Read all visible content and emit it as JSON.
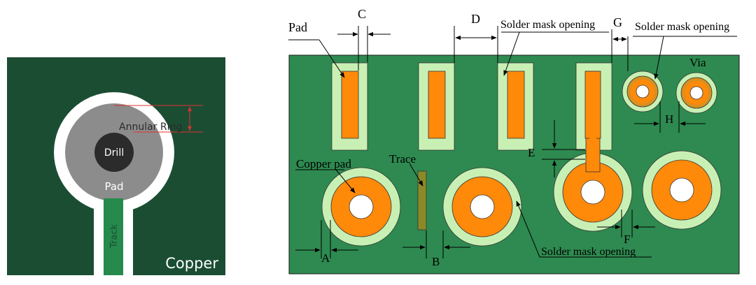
{
  "left_panel": {
    "labels": {
      "annular_ring": "Annular Ring",
      "drill": "Drill",
      "pad": "Pad",
      "track": "Track",
      "copper": "Copper"
    },
    "colors": {
      "board": "#1b4d33",
      "ring": "#ffffff",
      "pad": "#8c8c8c",
      "drill": "#2b2b2b",
      "track": "#258a4c",
      "dimension": "#e03131"
    }
  },
  "right_panel": {
    "labels": {
      "pad": "Pad",
      "c": "C",
      "d": "D",
      "g": "G",
      "solder_mask_opening_1": "Solder mask opening",
      "solder_mask_opening_2": "Solder mask opening",
      "solder_mask_opening_3": "Solder mask opening",
      "via": "Via",
      "h": "H",
      "e": "E",
      "trace": "Trace",
      "copper_pad": "Copper pad",
      "a": "A",
      "b": "B",
      "f": "F"
    },
    "colors": {
      "board": "#2e8a50",
      "mask_opening": "#c8f0b4",
      "copper": "#ff8a0a",
      "via_ring": "#d89020",
      "trace": "#8a8a28"
    }
  }
}
